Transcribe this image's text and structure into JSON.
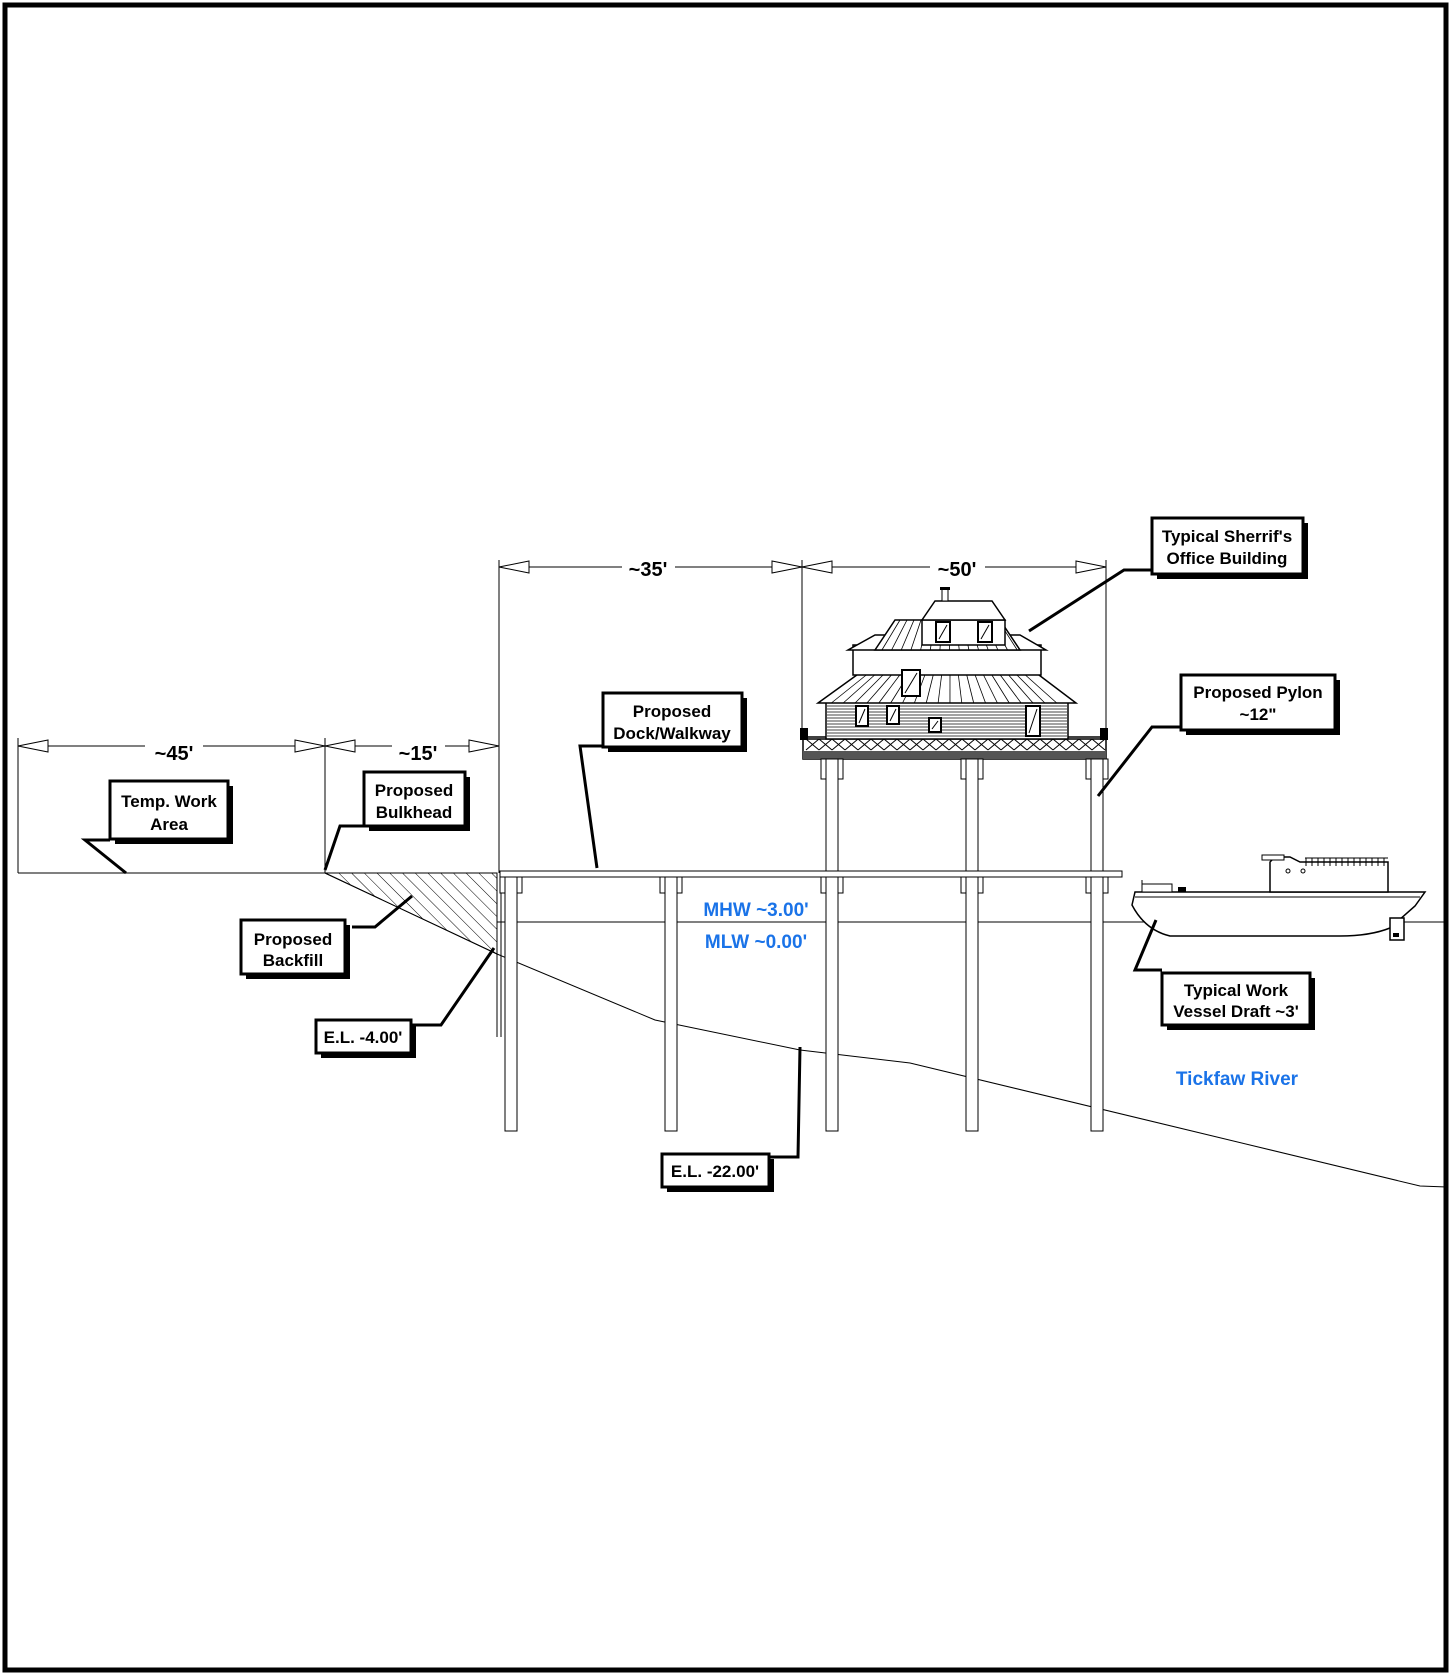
{
  "dimensions": {
    "d45": "~45'",
    "d15": "~15'",
    "d35": "~35'",
    "d50": "~50'"
  },
  "labels": {
    "temp_work_area": [
      "Temp. Work",
      "Area"
    ],
    "proposed_bulkhead": [
      "Proposed",
      "Bulkhead"
    ],
    "proposed_backfill": [
      "Proposed",
      "Backfill"
    ],
    "el_minus4": [
      "E.L. -4.00'"
    ],
    "proposed_dock": [
      "Proposed",
      "Dock/Walkway"
    ],
    "el_minus22": [
      "E.L. -22.00'"
    ],
    "sheriff_building": [
      "Typical Sherrif's",
      "Office Building"
    ],
    "proposed_pylon": [
      "Proposed Pylon",
      "~12\""
    ],
    "work_vessel": [
      "Typical Work",
      "Vessel Draft ~3'"
    ]
  },
  "water": {
    "mhw": "MHW ~3.00'",
    "mlw": "MLW ~0.00'",
    "river": "Tickfaw River"
  },
  "colors": {
    "water_text": "#1a73e8",
    "line": "#000000"
  }
}
